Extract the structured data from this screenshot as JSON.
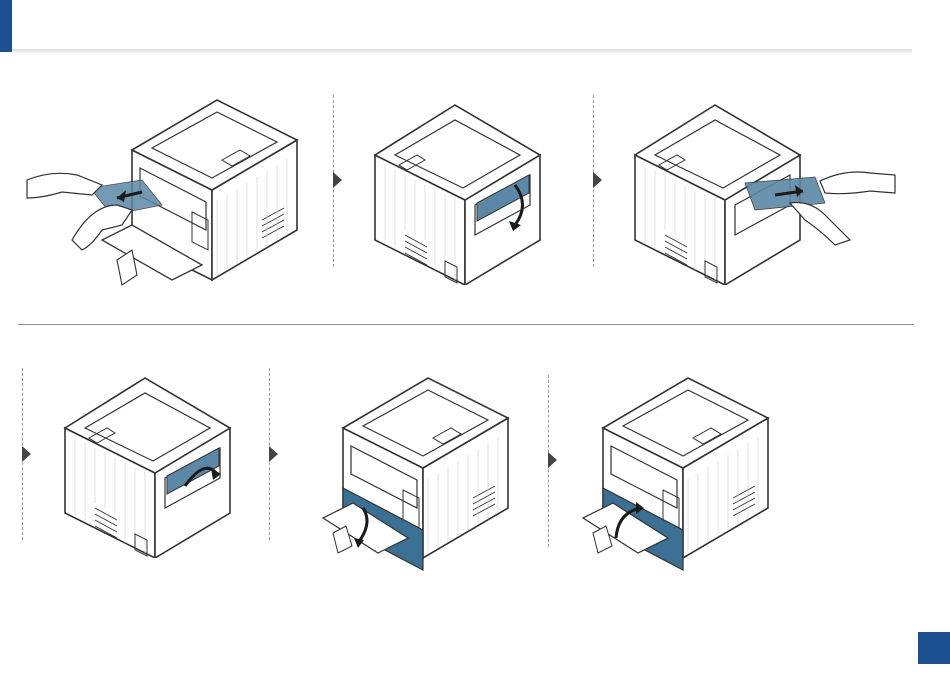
{
  "page": {
    "page_number": ""
  },
  "steps": [
    {
      "view": "front",
      "action": "pull-paper-from-tray"
    },
    {
      "view": "rear",
      "action": "open-rear-cover"
    },
    {
      "view": "rear",
      "action": "pull-paper-from-rear"
    },
    {
      "view": "rear",
      "action": "close-rear-cover"
    },
    {
      "view": "front",
      "action": "open-front-cover"
    },
    {
      "view": "front",
      "action": "close-front-cover"
    }
  ],
  "colors": {
    "accent": "#1c4f8f",
    "paper_highlight": "#5b88a6",
    "cover_highlight": "#3b6f93"
  },
  "icons": [
    "step-arrow-icon",
    "printer-illustration-icon",
    "hand-icon",
    "curved-arrow-icon"
  ]
}
